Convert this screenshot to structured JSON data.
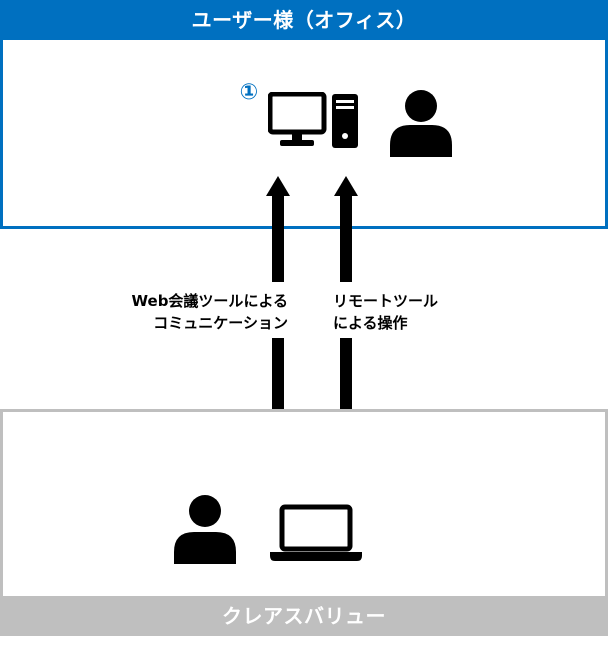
{
  "office": {
    "title": "ユーザー様（オフィス）",
    "number_badge": "①",
    "accent_color": "#0070c0"
  },
  "vendor": {
    "title": "クレアスバリュー",
    "accent_color": "#bfbfbf"
  },
  "connections": {
    "web_meeting": {
      "line1": "Web会議ツールによる",
      "line2": "コミュニケーション"
    },
    "remote_control": {
      "line1": "リモートツール",
      "line2": "による操作"
    }
  },
  "icons": {
    "office_pc": "desktop-pc-icon",
    "office_user": "user-icon",
    "vendor_user": "user-icon",
    "vendor_laptop": "laptop-icon"
  }
}
